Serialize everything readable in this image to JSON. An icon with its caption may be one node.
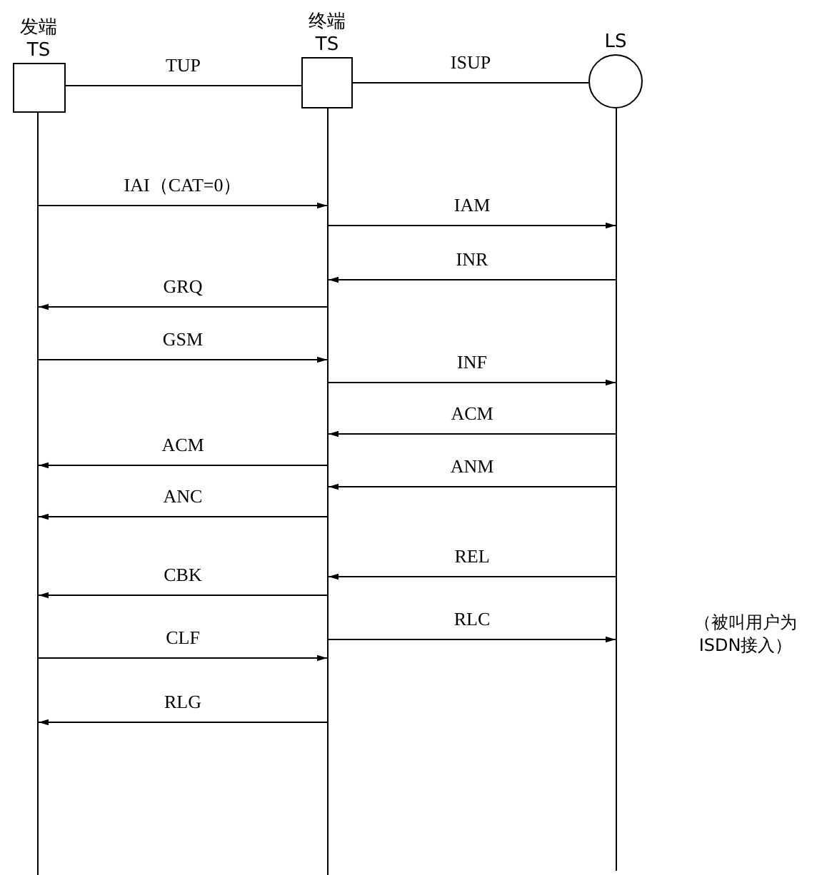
{
  "diagram": {
    "nodes": [
      {
        "text": [
          "发端 TS"
        ]
      },
      {
        "text": [
          "终端 TS"
        ]
      },
      {
        "text": [
          "LS"
        ]
      },
      {
        "text": [],
        "shape": "bar"
      },
      {
        "text": [],
        "shape": "bar"
      },
      {
        "text": [],
        "shape": "bar"
      }
    ],
    "edges": [
      {
        "from": 0,
        "to": 1,
        "arrow": "none",
        "label": "TUP"
      },
      {
        "from": 1,
        "to": 2,
        "arrow": "none",
        "label": "ISUP"
      },
      {
        "from": 3,
        "to": 4,
        "arrow": "to",
        "label": "IAI（CAT=0）"
      },
      {
        "from": 4,
        "to": 5,
        "arrow": "to",
        "label": "IAM"
      },
      {
        "from": 5,
        "to": 4,
        "arrow": "to",
        "label": "INR"
      },
      {
        "from": 4,
        "to": 3,
        "arrow": "to",
        "label": "GRQ"
      },
      {
        "from": 3,
        "to": 4,
        "arrow": "to",
        "label": "GSM"
      },
      {
        "from": 4,
        "to": 5,
        "arrow": "to",
        "label": "INF"
      },
      {
        "from": 5,
        "to": 4,
        "arrow": "to",
        "label": "ACM"
      },
      {
        "from": 4,
        "to": 3,
        "arrow": "to",
        "label": "ACM"
      },
      {
        "from": 5,
        "to": 4,
        "arrow": "to",
        "label": "ANM"
      },
      {
        "from": 4,
        "to": 3,
        "arrow": "to",
        "label": "ANC"
      },
      {
        "from": 5,
        "to": 4,
        "arrow": "to",
        "label": "REL"
      },
      {
        "from": 4,
        "to": 3,
        "arrow": "to",
        "label": "CBK"
      },
      {
        "from": 4,
        "to": 5,
        "arrow": "to",
        "label": "RLC"
      },
      {
        "from": 3,
        "to": 4,
        "arrow": "to",
        "label": "CLF"
      },
      {
        "from": 4,
        "to": 3,
        "arrow": "to",
        "label": "RLG"
      }
    ],
    "labels": [
      "（被叫用户为ISDN接入）"
    ]
  }
}
